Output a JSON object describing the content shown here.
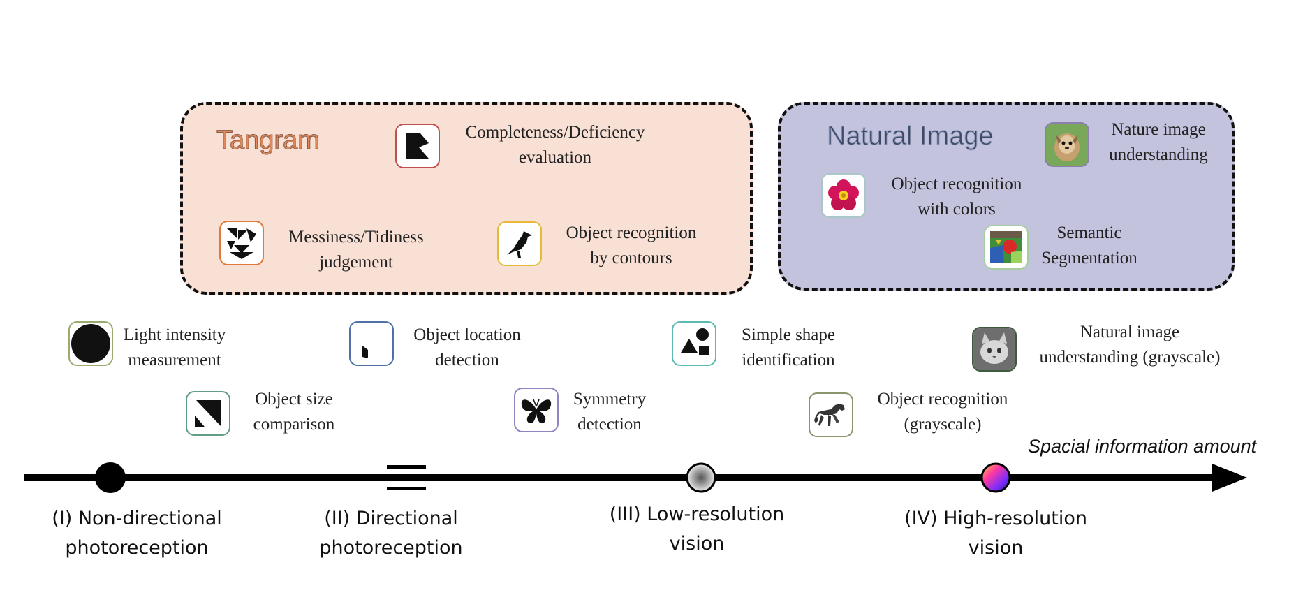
{
  "tangram": {
    "title": "Tangram",
    "tasks": {
      "completeness": {
        "line1": "Completeness/Deficiency",
        "line2": "evaluation",
        "border": "#c0504d"
      },
      "messiness": {
        "line1": "Messiness/Tidiness",
        "line2": "judgement",
        "border": "#e07a3c"
      },
      "contours": {
        "line1": "Object recognition",
        "line2": "by contours",
        "border": "#e8b83a"
      }
    },
    "colors": {
      "fill": "#f9e0d5",
      "title": "#e08a5c"
    }
  },
  "natural": {
    "title": "Natural Image",
    "tasks": {
      "nature": {
        "line1": "Nature image",
        "line2": "understanding",
        "border": "#8c7fb0"
      },
      "colors": {
        "line1": "Object recognition",
        "line2": "with colors",
        "border": "#a9c6c9"
      },
      "segmentation": {
        "line1": "Semantic",
        "line2": "Segmentation",
        "border": "#a6cfa1"
      }
    },
    "colors": {
      "fill": "#c3c3de",
      "title": "#3d4a66"
    }
  },
  "timeline_tasks": {
    "light": {
      "line1": "Light intensity",
      "line2": "measurement",
      "border": "#9aab6e"
    },
    "size": {
      "line1": "Object size",
      "line2": "comparison",
      "border": "#5f9e82"
    },
    "location": {
      "line1": "Object location",
      "line2": "detection",
      "border": "#4f71a8"
    },
    "symmetry": {
      "line1": "Symmetry",
      "line2": "detection",
      "border": "#8c86c4"
    },
    "shape": {
      "line1": "Simple shape",
      "line2": "identification",
      "border": "#5bbab1"
    },
    "horse": {
      "line1": "Object recognition",
      "line2": "(grayscale)",
      "border": "#8a946d"
    },
    "natural_gray": {
      "line1": "Natural image",
      "line2": "understanding (grayscale)",
      "border": "#3d5a3a"
    }
  },
  "axis": {
    "label": "Spacial information amount",
    "stages": [
      {
        "line1": "(I) Non-directional",
        "line2": "photoreception"
      },
      {
        "line1": "(II) Directional",
        "line2": "photoreception"
      },
      {
        "line1": "(III) Low-resolution",
        "line2": "vision"
      },
      {
        "line1": "(IV) High-resolution",
        "line2": "vision"
      }
    ]
  }
}
